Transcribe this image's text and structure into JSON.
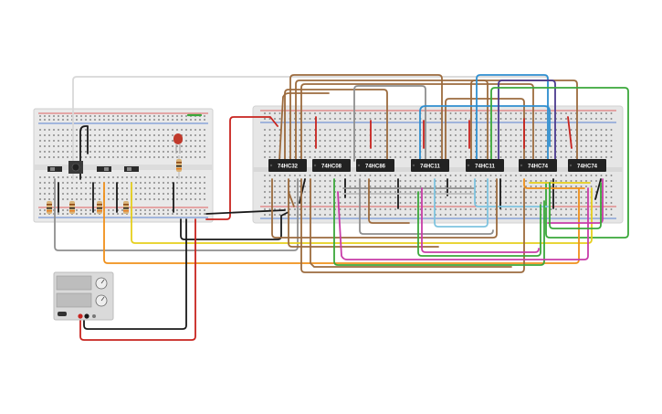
{
  "chips": [
    {
      "id": "ic1",
      "label": "74HC32"
    },
    {
      "id": "ic2",
      "label": "74HC08"
    },
    {
      "id": "ic3",
      "label": "74HC86"
    },
    {
      "id": "ic4",
      "label": "74HC11"
    },
    {
      "id": "ic5",
      "label": "74HC11"
    },
    {
      "id": "ic6",
      "label": "74HC74"
    },
    {
      "id": "ic7",
      "label": "74HC74"
    }
  ],
  "colors": {
    "breadboard": "#e6e6e6",
    "breadboard_small": "#ececec",
    "rail_red": "#d33",
    "rail_blue": "#2a62c9",
    "chip": "#222222",
    "wire_brown": "#9c6b3e",
    "wire_red": "#c8231e",
    "wire_black": "#1a1a1a",
    "wire_gray": "#8f8f8f",
    "wire_orange": "#f0901a",
    "wire_yellow": "#e6cf1c",
    "wire_green": "#3aa83a",
    "wire_magenta": "#c83ca8",
    "wire_blue": "#2f8fd0",
    "wire_lightblue": "#7fc4df",
    "led": "#c0392b",
    "power_supply": "#dadada"
  },
  "components": {
    "led": "red-led",
    "push_button": "push-button",
    "switches": [
      "slide-switch",
      "slide-switch",
      "slide-switch"
    ],
    "resistor_count": 5,
    "power_supply": "dc-power-supply"
  }
}
